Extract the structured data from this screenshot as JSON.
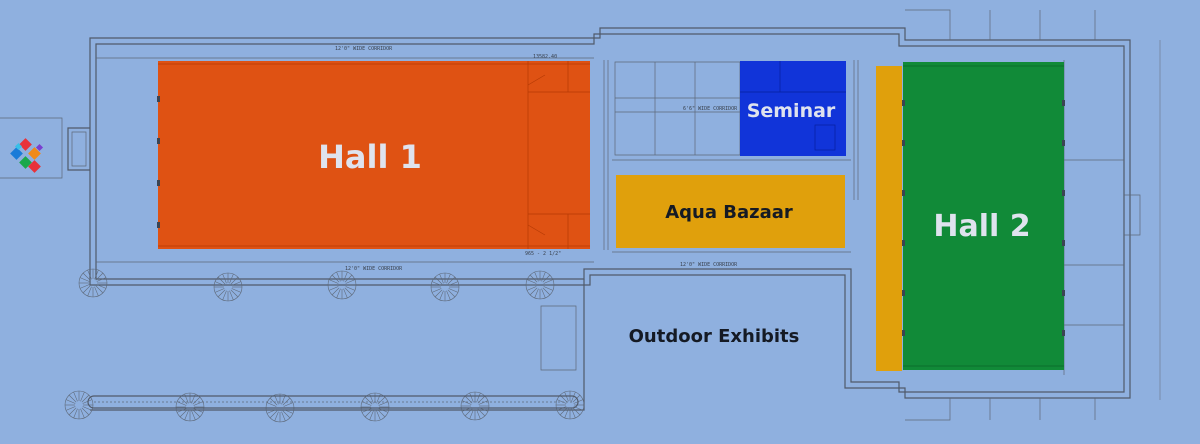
{
  "zones": {
    "hall1": {
      "label": "Hall 1",
      "color": "#e24e0a"
    },
    "seminar": {
      "label": "Seminar",
      "color": "#0b2fd8"
    },
    "aqua_bazaar": {
      "label": "Aqua Bazaar",
      "color": "#e0a00c"
    },
    "hall2": {
      "label": "Hall 2",
      "color": "#118a38"
    },
    "outdoor": {
      "label": "Outdoor Exhibits"
    },
    "connector": {
      "color": "#e0a00c"
    }
  },
  "colors": {
    "background": "#8fb0df",
    "hall_label": "#dfe3ee",
    "dark_label": "#151a24"
  },
  "logo": {
    "icon": "diamond-pixel-logo-icon"
  },
  "plan_text": {
    "top_corridor": "12'0\" WIDE CORRIDOR",
    "bottom_corridor_left": "12'0\" WIDE CORRIDOR",
    "bottom_corridor_right": "12'0\" WIDE CORRIDOR",
    "seminar_corridor": "6'6\" WIDE CORRIDOR",
    "dim_top": "13582.40",
    "dim_bottom": "965 - 2 1/2\""
  }
}
